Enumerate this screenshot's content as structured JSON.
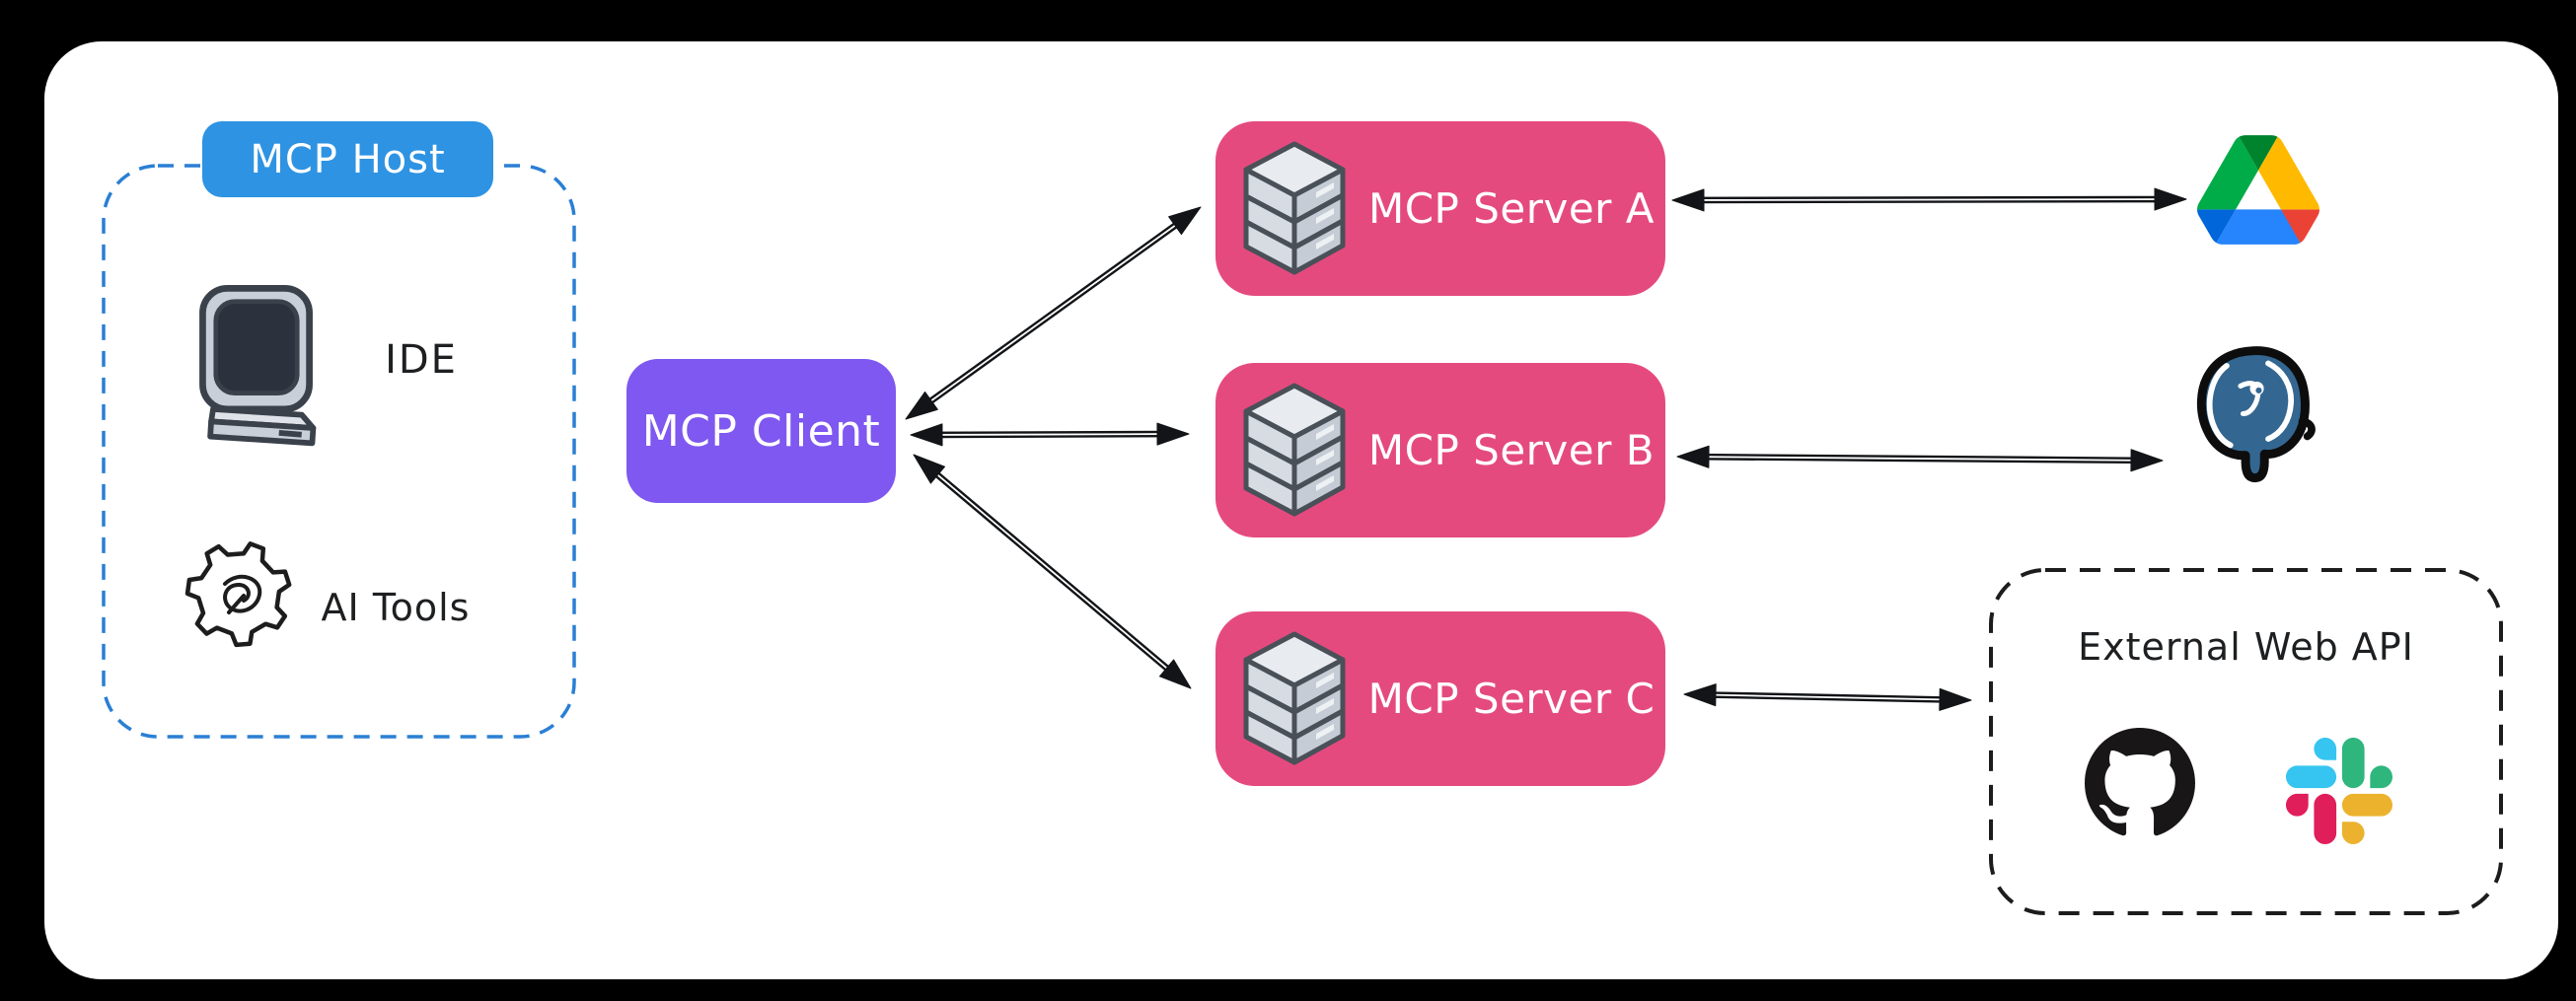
{
  "colors": {
    "background": "#000000",
    "surface": "#ffffff",
    "host_blue": "#2e93e2",
    "host_dash_blue": "#2a7fd4",
    "client_purple": "#7e58f0",
    "server_pink": "#e54a7f",
    "label_dark": "#1d1f21",
    "arrow_black": "#121417",
    "postgres_blue": "#336791",
    "github_black": "#181616",
    "drive_palette": [
      "#0066da",
      "#00ac47",
      "#ea4335",
      "#00832d",
      "#2684fc",
      "#ffba00"
    ],
    "slack_palette": [
      "#36c5f0",
      "#2eb67d",
      "#ecb22e",
      "#e01e5a"
    ]
  },
  "host": {
    "label": "MCP Host",
    "items": [
      {
        "icon": "computer-icon",
        "label": "IDE"
      },
      {
        "icon": "gear-wrench-icon",
        "label": "AI Tools"
      }
    ]
  },
  "client": {
    "label": "MCP Client"
  },
  "servers": [
    {
      "id": "mcp-server-a",
      "label": "MCP Server A",
      "icon": "server-rack-icon"
    },
    {
      "id": "mcp-server-b",
      "label": "MCP Server B",
      "icon": "server-rack-icon"
    },
    {
      "id": "mcp-server-c",
      "label": "MCP Server C",
      "icon": "server-rack-icon"
    }
  ],
  "external": {
    "drive": {
      "icon": "google-drive-icon"
    },
    "postgres": {
      "icon": "postgresql-icon"
    },
    "web_api": {
      "label": "External Web API",
      "icons": [
        "github-icon",
        "slack-icon"
      ]
    }
  },
  "edges": [
    {
      "from": "mcp-client",
      "to": "mcp-server-a",
      "bidirectional": true
    },
    {
      "from": "mcp-client",
      "to": "mcp-server-b",
      "bidirectional": true
    },
    {
      "from": "mcp-client",
      "to": "mcp-server-c",
      "bidirectional": true
    },
    {
      "from": "mcp-server-a",
      "to": "google-drive",
      "bidirectional": true
    },
    {
      "from": "mcp-server-b",
      "to": "postgresql",
      "bidirectional": true
    },
    {
      "from": "mcp-server-c",
      "to": "external-web-api",
      "bidirectional": true
    }
  ]
}
